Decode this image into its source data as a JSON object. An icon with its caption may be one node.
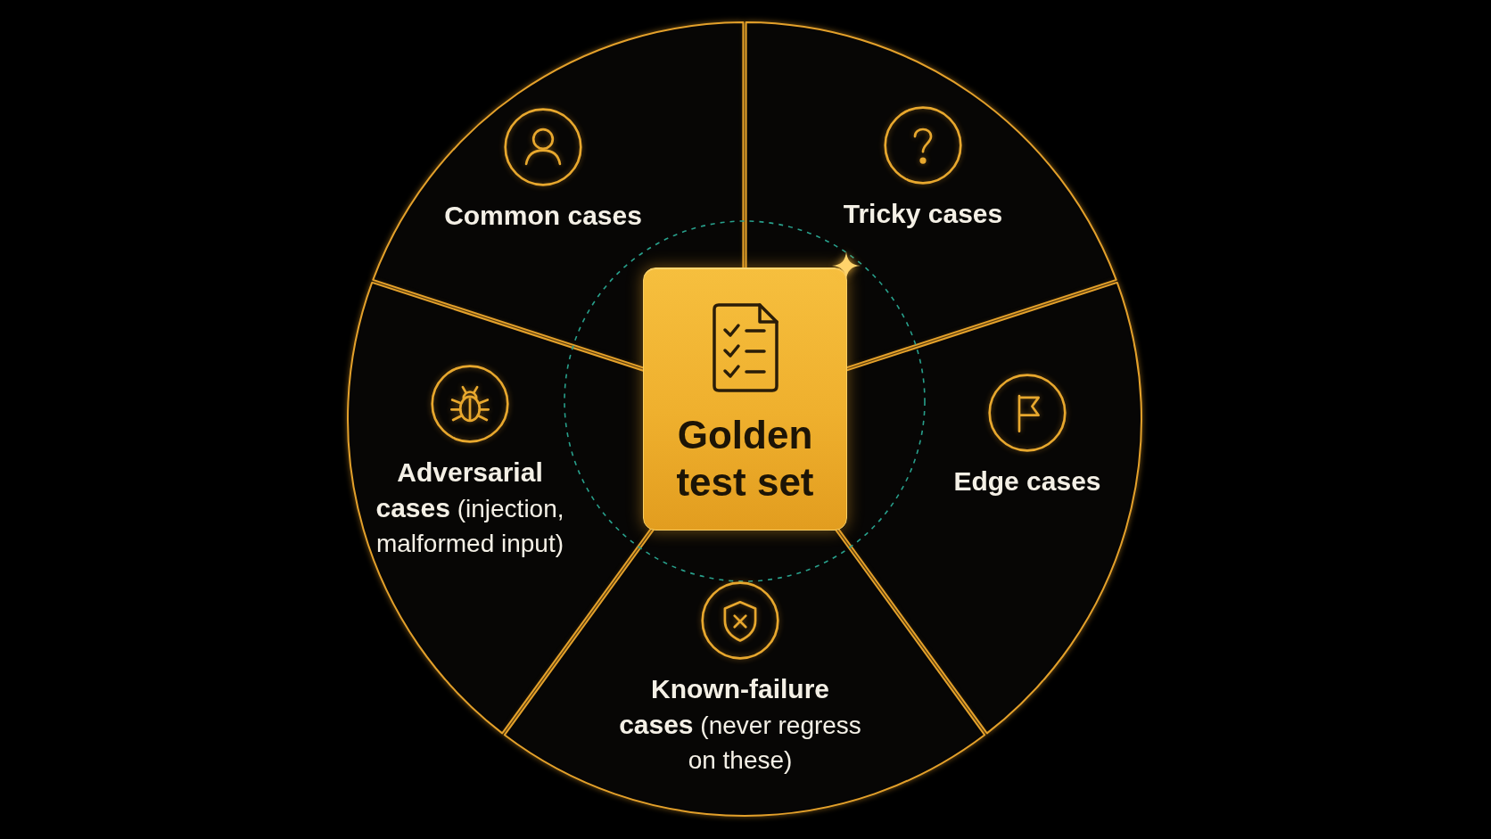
{
  "diagram": {
    "nodes": [
      {
        "text": [
          "Common cases"
        ]
      },
      {
        "text": [
          "Tricky cases"
        ]
      },
      {
        "text": [
          "Golden test set"
        ]
      },
      {
        "text": [
          "**Adversarial cases** (injection, malformed input)"
        ]
      },
      {
        "text": [
          "Edge cases"
        ]
      },
      {
        "text": [
          "**Known-failure cases** (never regress on these)"
        ]
      }
    ]
  }
}
